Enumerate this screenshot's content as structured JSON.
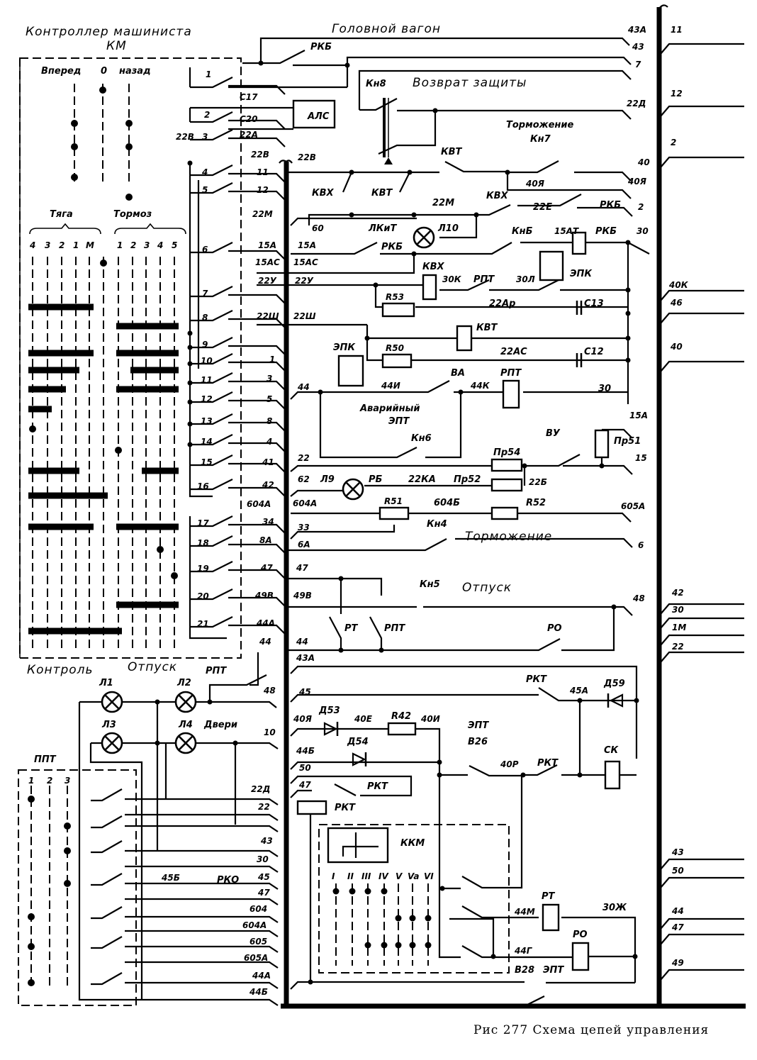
{
  "figure": {
    "caption": "Рис 277 Схема цепей управления"
  },
  "titles": {
    "controller": "Контроллер машиниста",
    "controller_abbr": "КМ",
    "head_car": "Головной вагон",
    "protection_reset": "Возврат защиты",
    "braking_top": "Торможение",
    "braking_mid": "Торможение",
    "release": "Отпуск",
    "emergency_ept_1": "Аварийный",
    "emergency_ept_2": "ЭПТ",
    "control": "Контроль",
    "release_lamp": "Отпуск",
    "doors": "Двери",
    "ppt": "ППТ",
    "kkm": "ККМ"
  },
  "controller": {
    "directions": [
      "Вперед",
      "0",
      "назад"
    ],
    "traction_label": "Тяга",
    "brake_label": "Тормоз",
    "traction_positions": [
      "4",
      "3",
      "2",
      "1",
      "М"
    ],
    "brake_positions": [
      "1",
      "2",
      "3",
      "4",
      "5"
    ],
    "contacts": [
      "1",
      "2",
      "3",
      "4",
      "5",
      "6",
      "7",
      "8",
      "9",
      "10",
      "11",
      "12",
      "13",
      "14",
      "15",
      "16",
      "17",
      "18",
      "19",
      "20",
      "21"
    ],
    "contact3_prefix": "22В"
  },
  "ppt": {
    "positions": [
      "1",
      "2",
      "3"
    ]
  },
  "kkm": {
    "positions": [
      "I",
      "II",
      "III",
      "IV",
      "V",
      "Va",
      "VI"
    ]
  },
  "wires_left_of_bus": [
    "С17",
    "С20",
    "22А",
    "22В",
    "11",
    "12",
    "22М",
    "15А",
    "15АС",
    "22У",
    "22Ш",
    "1",
    "3",
    "5",
    "8",
    "4",
    "41",
    "42",
    "604А",
    "34",
    "8А",
    "47",
    "49В",
    "44А",
    "44",
    "48",
    "10",
    "22Д",
    "22",
    "43",
    "30",
    "45",
    "47",
    "604",
    "604А",
    "605",
    "605А",
    "44А",
    "44Б"
  ],
  "wires_right_of_bus_left": [
    "22В",
    "60",
    "15А",
    "15АС",
    "22У",
    "22Ш",
    "44",
    "22",
    "62",
    "604А",
    "33",
    "6А",
    "47",
    "49В",
    "44",
    "43А",
    "45",
    "40Я",
    "44Б",
    "50",
    "47"
  ],
  "bus_right_labels": [
    "43А",
    "43",
    "7",
    "22Д",
    "40",
    "40Я",
    "2",
    "30",
    "15А",
    "15",
    "605А",
    "6",
    "48"
  ],
  "trainline_outputs": [
    "11",
    "12",
    "2",
    "40К",
    "46",
    "40",
    "42",
    "30",
    "1М",
    "22",
    "43",
    "50",
    "44",
    "47",
    "49"
  ],
  "components": {
    "alc": "АЛС",
    "rkb": "РКБ",
    "kn8": "Кн8",
    "kn7": "Кн7",
    "kvt": "КВТ",
    "kvh": "КВХ",
    "lkit": "ЛКиТ",
    "l10": "Л10",
    "kn_b": "КнБ",
    "epk": "ЭПК",
    "rpt": "РПТ",
    "r53": "R53",
    "r50": "R50",
    "c13": "С13",
    "c12": "С12",
    "va": "ВА",
    "kn6": "Кн6",
    "pr54": "Пр54",
    "pr52": "Пр52",
    "pr51": "Пр51",
    "vu": "ВУ",
    "l9": "Л9",
    "rb": "РБ",
    "r51": "R51",
    "r52": "R52",
    "kn4": "Кн4",
    "kn5": "Кн5",
    "rt": "РТ",
    "ro": "РО",
    "l1": "Л1",
    "l2": "Л2",
    "l3": "Л3",
    "l4": "Л4",
    "rkt": "РКТ",
    "d59": "Д59",
    "d53": "Д53",
    "d54": "Д54",
    "r42": "R42",
    "ept": "ЭПТ",
    "v26": "В26",
    "v28": "В28",
    "ck": "СК",
    "rko": "РКО"
  },
  "node_labels": {
    "n22m": "22М",
    "n22e": "22Е",
    "n15at": "15АТ",
    "n30k": "30К",
    "n30l": "30Л",
    "n22ar": "22Ар",
    "n22ac": "22АС",
    "n40ya": "40Я",
    "n30": "30",
    "n44i": "44И",
    "n44k": "44К",
    "n22ka": "22КА",
    "n22b": "22Б",
    "n604b": "604Б",
    "n45a": "45А",
    "n40e": "40Е",
    "n40i": "40И",
    "n40r": "40Р",
    "n45b": "45Б",
    "n44m": "44М",
    "n44g": "44Г",
    "n30zh": "30Ж"
  }
}
